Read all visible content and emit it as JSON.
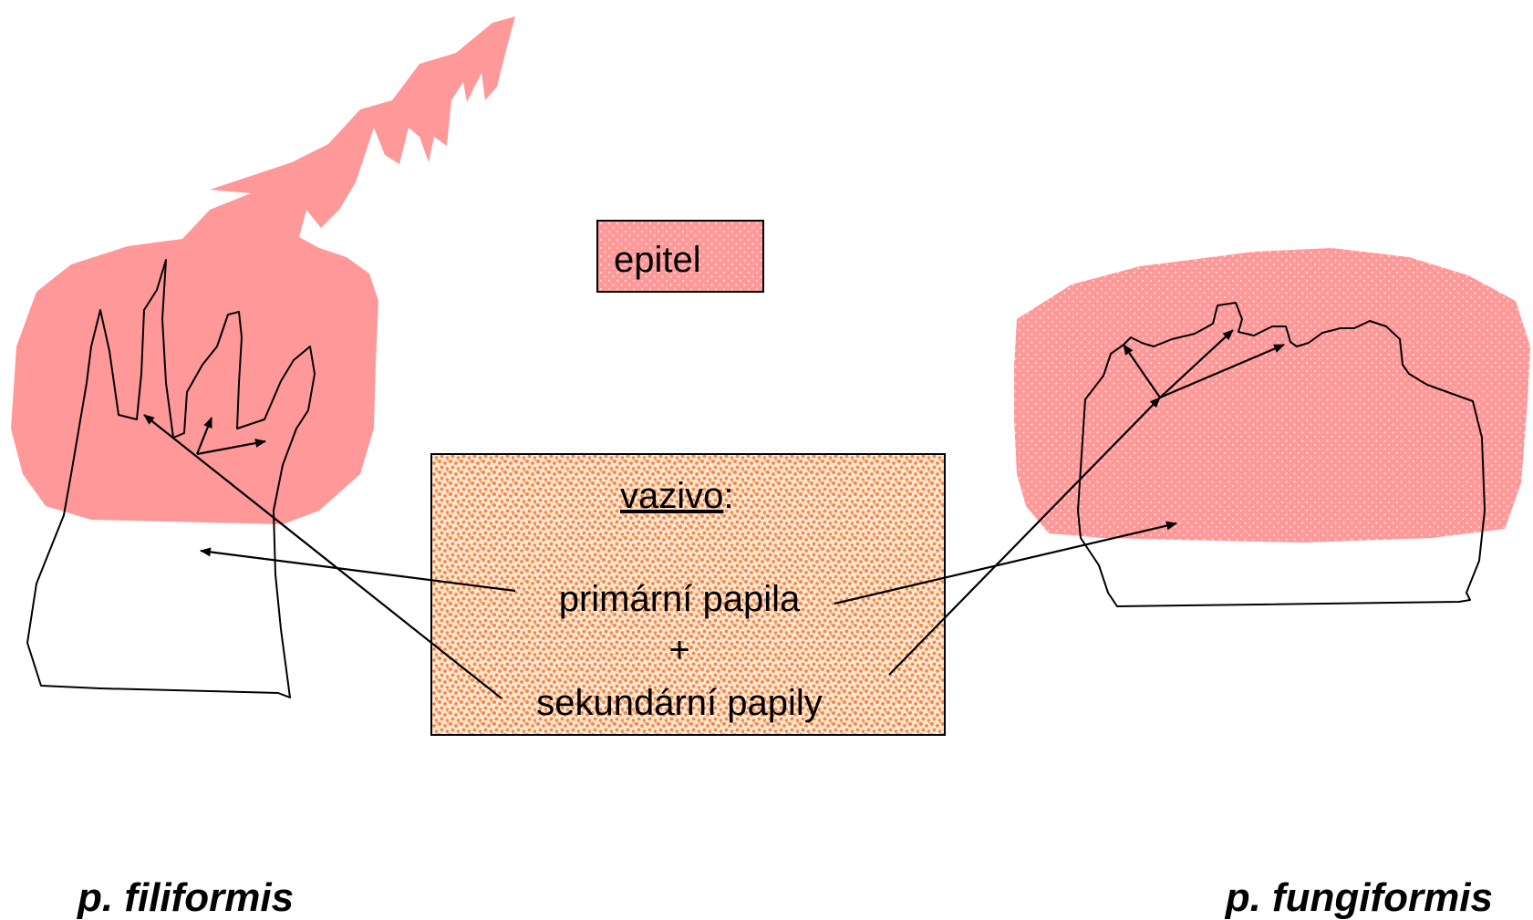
{
  "legend": {
    "epitel_label": "epitel",
    "vazivo_title": "vazivo",
    "vazivo_colon": ":",
    "primary_label": "primární papila",
    "plus": "+",
    "secondary_label": "sekundární papily"
  },
  "captions": {
    "left": "p. filiformis",
    "right": "p. fungiformis"
  },
  "colors": {
    "epitel_fill": "#FF9999",
    "vazivo_base": "#FFE7CF",
    "vazivo_dots": "#F0894F",
    "outline": "#000000"
  }
}
